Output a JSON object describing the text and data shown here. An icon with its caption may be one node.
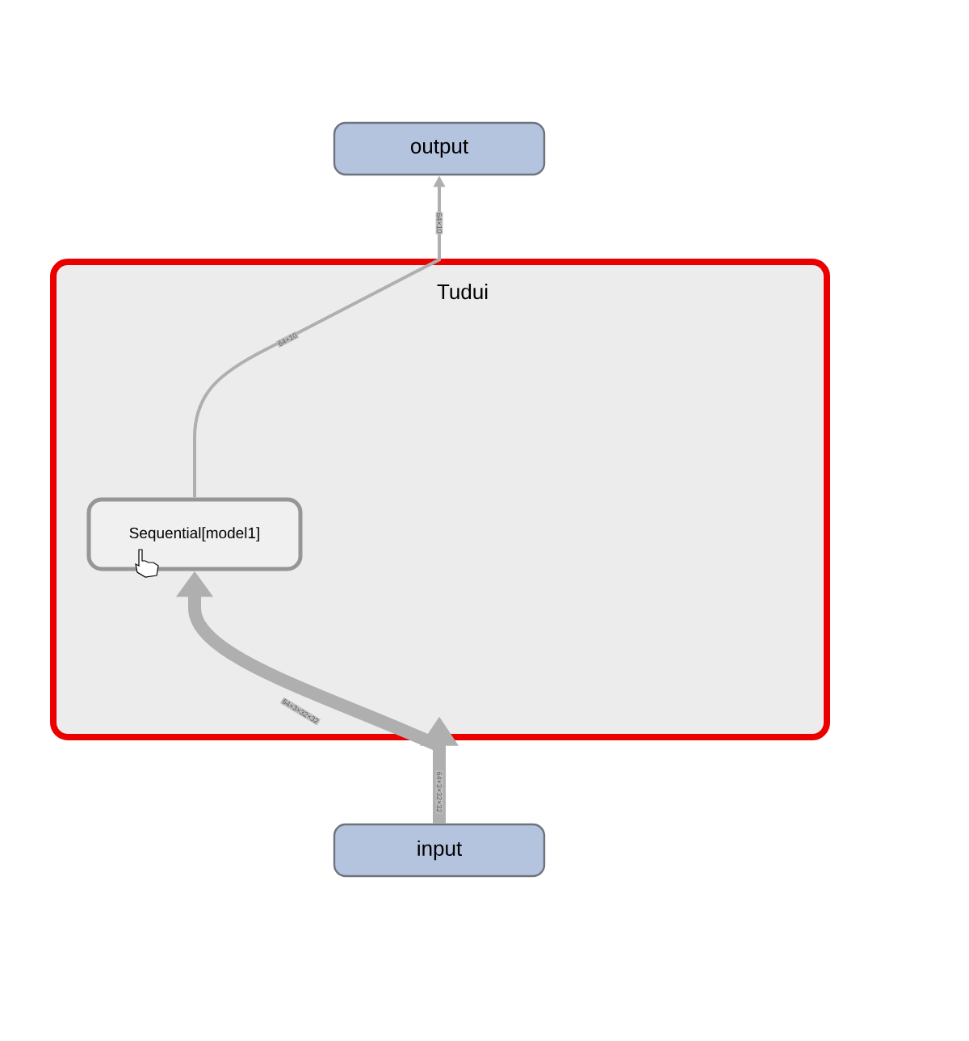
{
  "diagram": {
    "nodes": [
      {
        "text": [
          "output"
        ]
      },
      {
        "text": [
          "Tudui"
        ]
      },
      {
        "text": [
          "Sequential[model1]"
        ],
        "in": 1
      },
      {
        "text": [
          "input"
        ]
      }
    ],
    "edges": [
      {
        "from": 3,
        "to": 2,
        "arrow": "to",
        "style": "thick",
        "label": "64×3×32×32"
      },
      {
        "from": 2,
        "to": 0,
        "arrow": "to",
        "label": "64×10"
      }
    ],
    "labels": [
      "64×3×32×32",
      "64×10"
    ]
  }
}
